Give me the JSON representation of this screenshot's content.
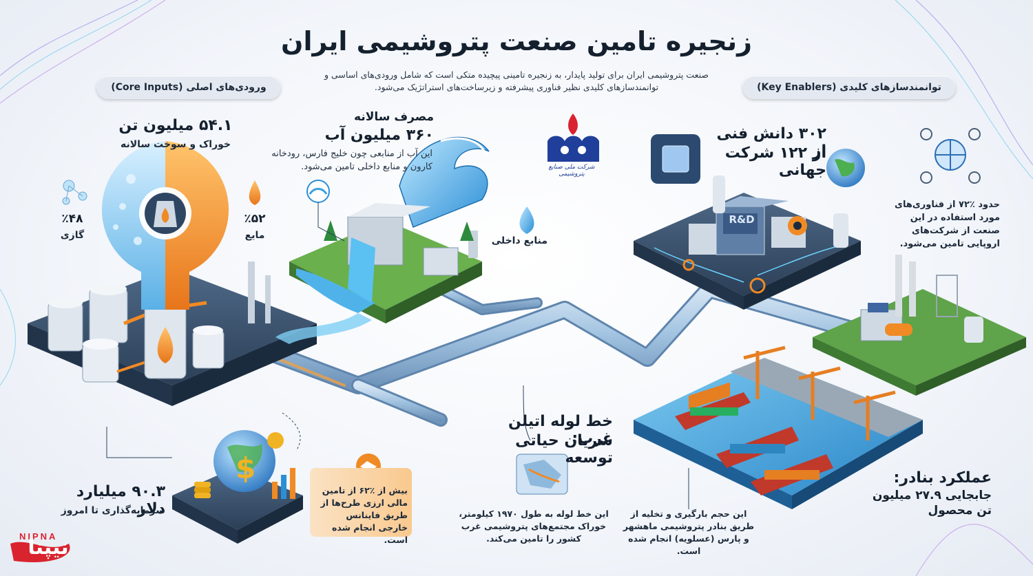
{
  "title": "زنجیره تامین صنعت پتروشیمی ایران",
  "intro": "صنعت پتروشیمی ایران برای تولید پایدار، به زنجیره تامینی پیچیده متکی است که شامل ورودی‌های اساسی و توانمندسازهای کلیدی نظیر فناوری پیشرفته و زیرساخت‌های استراتژیک می‌شود.",
  "sections": {
    "core_inputs": "ورودی‌های اصلی (Core Inputs)",
    "key_enablers": "توانمندسازهای کلیدی (Key Enablers)"
  },
  "feedstock": {
    "value": "۵۴.۱ میلیون تن",
    "label": "خوراک و سوخت سالانه",
    "gas_pct": "٪۴۸",
    "gas_label": "گازی",
    "liquid_pct": "٪۵۲",
    "liquid_label": "مایع"
  },
  "water": {
    "heading": "مصرف سالانه",
    "value": "۳۶۰ میلیون آب",
    "desc": "این آب از منابعی چون خلیج فارس، رودخانه کارون و منابع داخلی تامین می‌شود.",
    "domestic_label": "منابع داخلی"
  },
  "company_logo_text": "شرکت ملی صنایع پتروشیمی",
  "tech": {
    "line1": "۳۰۲ دانش فنی از",
    "line2": "از ۱۲۲ شرکت جهانی",
    "rd_label": "R&D",
    "euro_desc": "حدود ٪۷۲ از فناوری‌های مورد استفاده در این صنعت از شرکت‌های اروپایی تامین می‌شود."
  },
  "investment": {
    "value": "۹۰.۳ میلیارد دلار",
    "label": "سرمایه‌گذاری تا امروز",
    "finance_desc": "بیش از ٪۶۲ از تامین مالی ارزی طرح‌ها از طریق فاینانس خارجی انجام شده است."
  },
  "pipeline": {
    "title_line1": "خط لوله اتیلن غرب:",
    "title_line2": "شریان حیاتی توسعه",
    "desc": "این خط لوله به طول ۱۹۷۰ کیلومتر، خوراک مجتمع‌های پتروشیمی غرب کشور را تامین می‌کند."
  },
  "ports": {
    "title": "عملکرد بنادر:",
    "value_line1": "جابجایی ۲۷.۹ میلیون",
    "value_line2": "تن محصول",
    "desc": "این حجم بارگیری و تخلیه از طریق بنادر پتروشیمی ماهشهر و پارس (عسلویه) انجام شده است."
  },
  "watermark": {
    "latin": "NIPNA",
    "persian": "نیپنا"
  },
  "colors": {
    "title": "#14202e",
    "pipe": "#8fb4d6",
    "water": "#3aa0e0",
    "orange": "#f08a24",
    "gas_blue": "#6cbde8",
    "brand_red": "#d9232e",
    "nipc_blue": "#1f3f9a",
    "platform": "#3c5370"
  }
}
